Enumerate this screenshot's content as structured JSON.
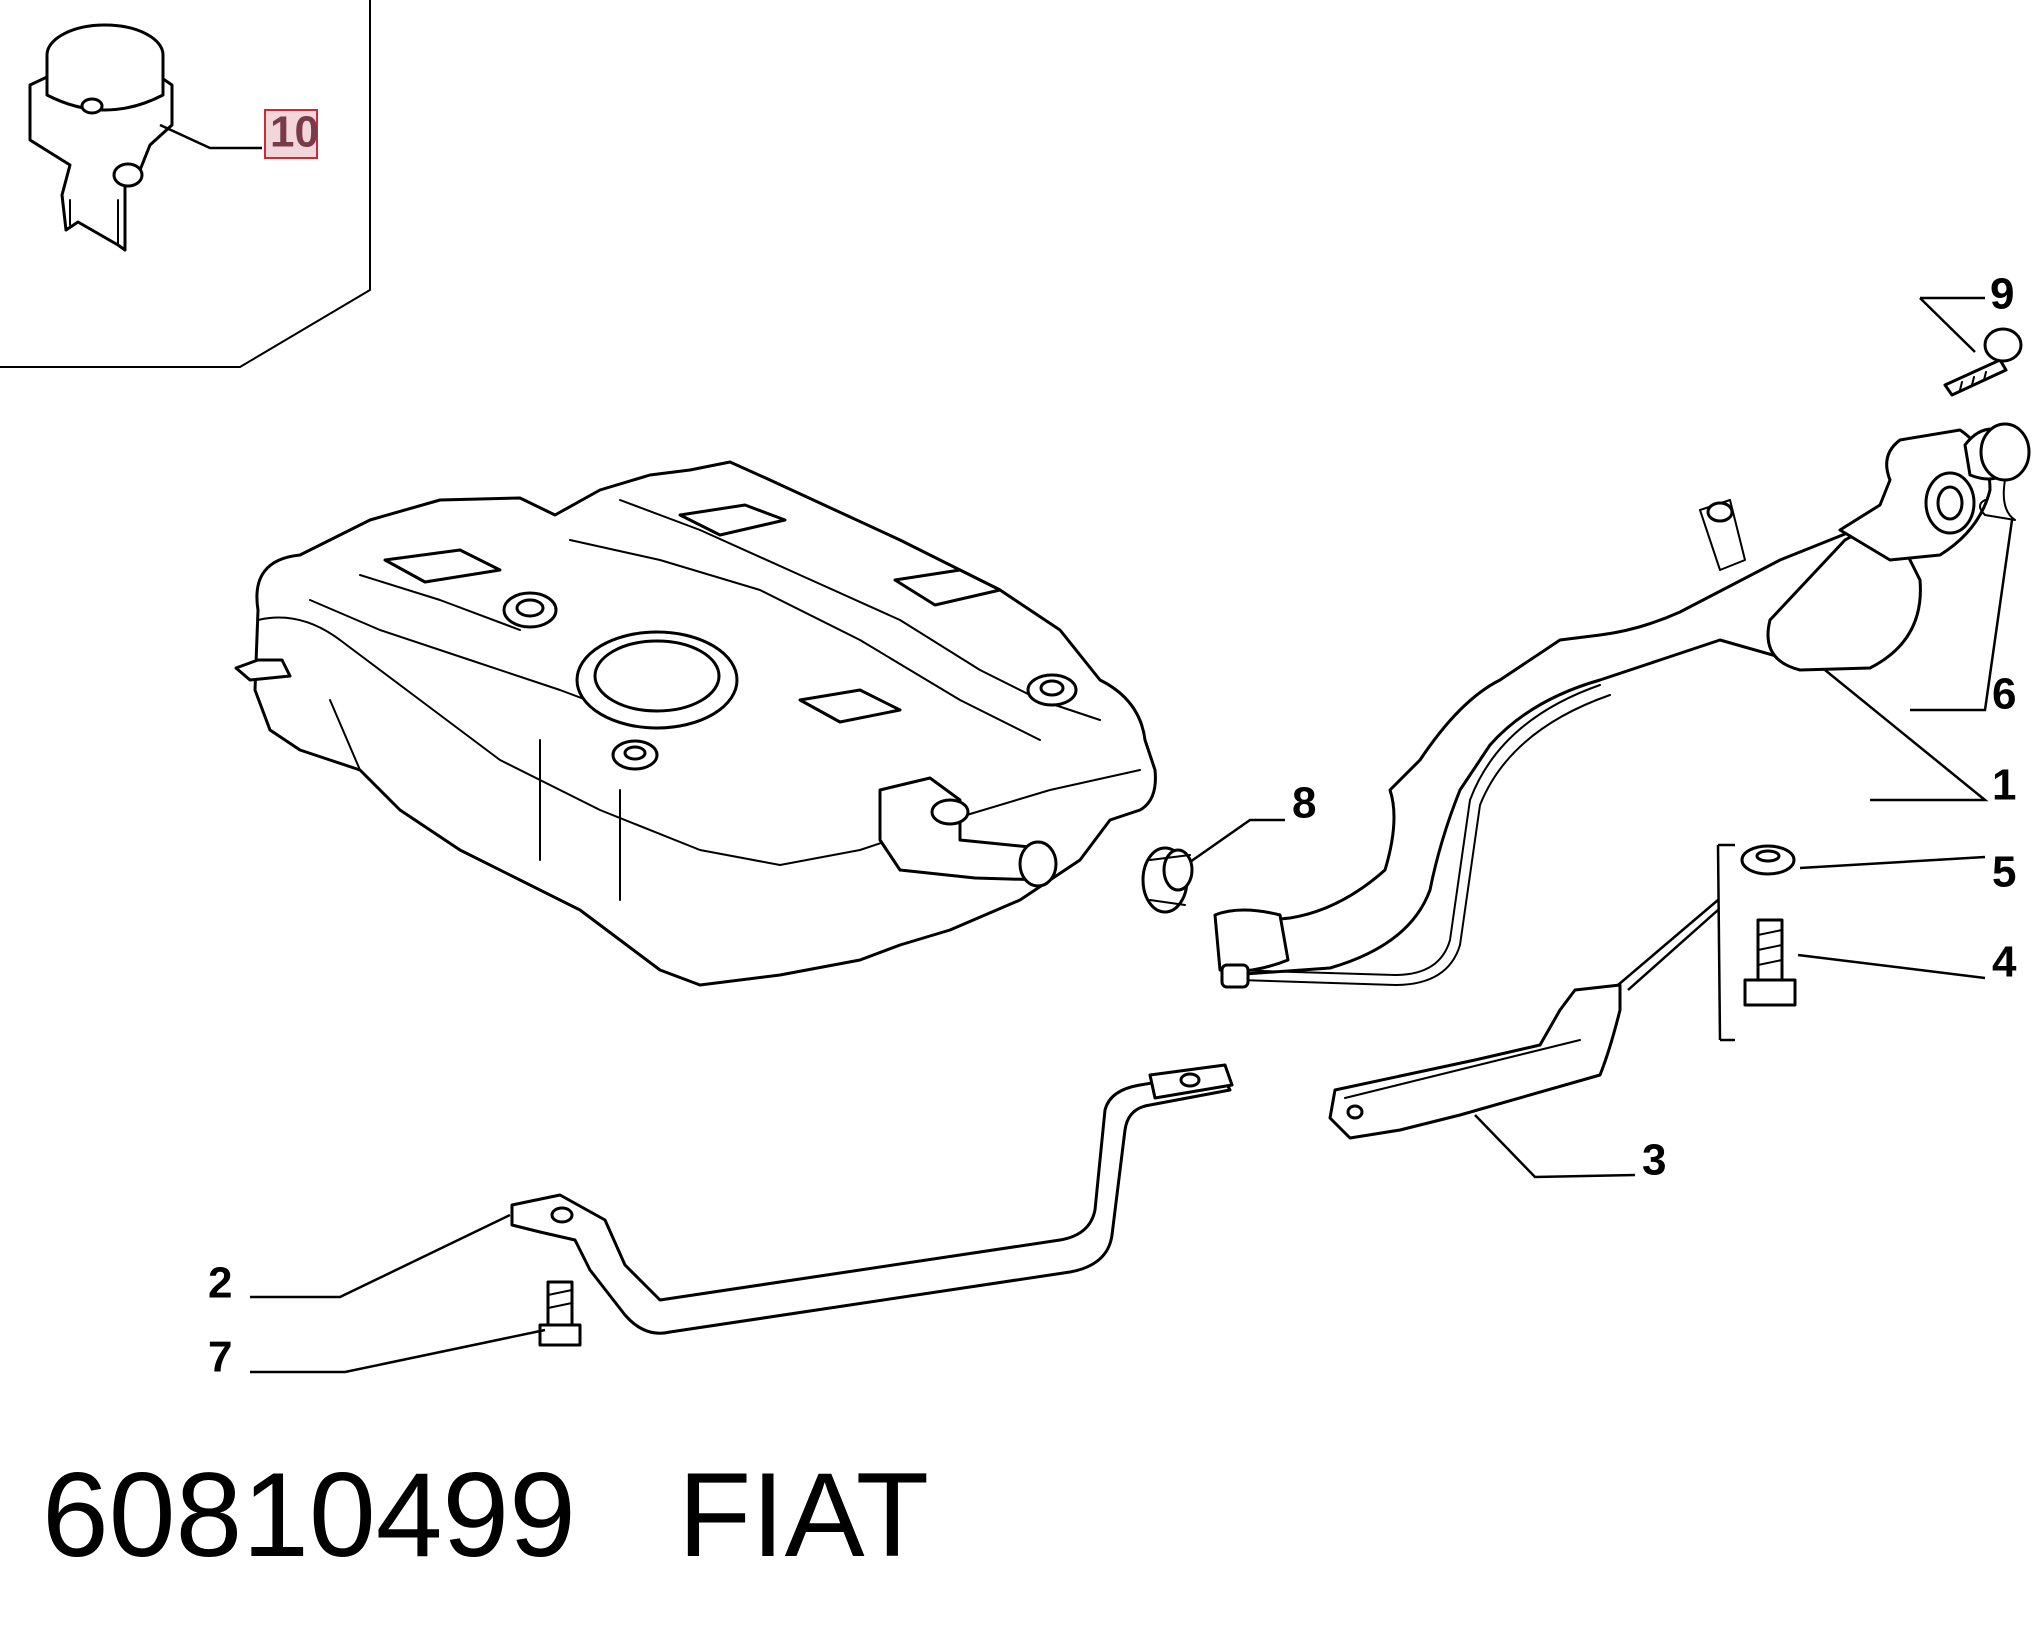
{
  "caption": {
    "part_number": "60810499",
    "brand": "FIAT"
  },
  "callouts": {
    "c1": "1",
    "c2": "2",
    "c3": "3",
    "c4": "4",
    "c5": "5",
    "c6": "6",
    "c7": "7",
    "c8": "8",
    "c9": "9",
    "c10": "10"
  },
  "highlight_color": "#cc2a3a"
}
